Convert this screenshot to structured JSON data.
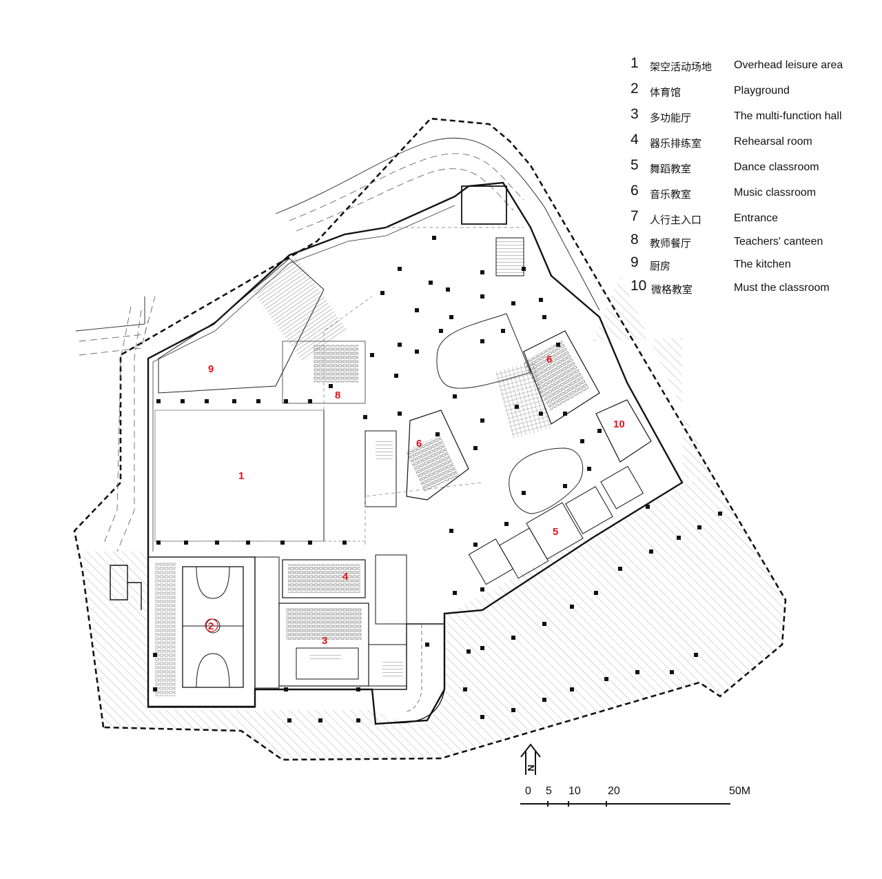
{
  "legend": [
    {
      "num": "1",
      "cn": "架空活动场地",
      "en": "Overhead leisure area"
    },
    {
      "num": "2",
      "cn": "体育馆",
      "en": "Playground"
    },
    {
      "num": "3",
      "cn": "多功能厅",
      "en": "The multi-function hall"
    },
    {
      "num": "4",
      "cn": "器乐排练室",
      "en": "Rehearsal room"
    },
    {
      "num": "5",
      "cn": "舞蹈教室",
      "en": "Dance classroom"
    },
    {
      "num": "6",
      "cn": "音乐教室",
      "en": "Music classroom"
    },
    {
      "num": "7",
      "cn": "人行主入口",
      "en": "Entrance"
    },
    {
      "num": "8",
      "cn": "教师餐厅",
      "en": "Teachers' canteen"
    },
    {
      "num": "9",
      "cn": "厨房",
      "en": "The kitchen"
    },
    {
      "num": "10",
      "cn": "微格教室",
      "en": "Must the classroom"
    }
  ],
  "plan_labels": {
    "overhead": "1",
    "gym": "2",
    "hall": "3",
    "rehearsal": "4",
    "dance": "5",
    "music_a": "6",
    "music_b": "6",
    "canteen": "8",
    "kitchen": "9",
    "micro": "10"
  },
  "scale_bar": {
    "t0": "0",
    "t5": "5",
    "t10": "10",
    "t20": "20",
    "t50": "50M"
  },
  "north": "N",
  "colors": {
    "label": "#e0121a",
    "line": "#111111",
    "hatch": "#9a9a9a"
  }
}
